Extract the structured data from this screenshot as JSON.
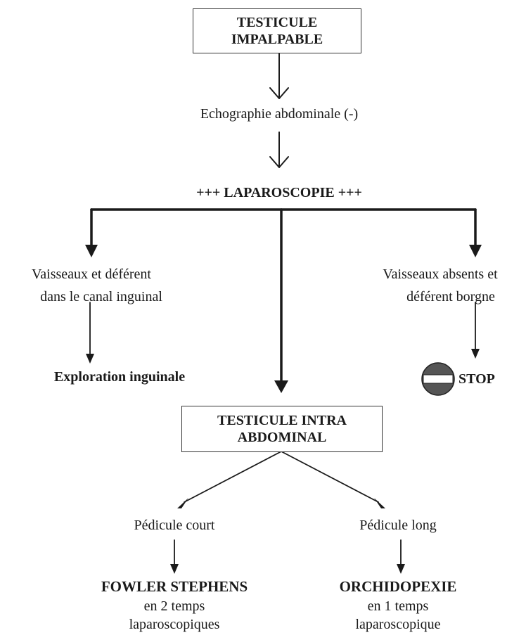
{
  "root": {
    "line1": "TESTICULE",
    "line2": "IMPALPABLE"
  },
  "step_echo": "Echographie abdominale (-)",
  "step_lap": "+++ LAPAROSCOPIE +++",
  "left_branch": {
    "line1": "Vaisseaux et déférent",
    "line2": "dans le canal inguinal",
    "result": "Exploration inguinale"
  },
  "right_branch": {
    "line1": "Vaisseaux absents  et",
    "line2": "déférent borgne",
    "result": "STOP"
  },
  "center_box": {
    "line1": "TESTICULE INTRA",
    "line2": "ABDOMINAL"
  },
  "short_pedicle": {
    "label": "Pédicule court",
    "title": "FOWLER STEPHENS",
    "line2": "en 2 temps",
    "line3": "laparoscopiques"
  },
  "long_pedicle": {
    "label": "Pédicule long",
    "title": "ORCHIDOPEXIE",
    "line2": "en 1 temps",
    "line3": "laparoscopique"
  },
  "icons": {
    "stop": "no-entry-icon"
  },
  "colors": {
    "ink": "#1a1a1a",
    "stop_fill": "#c0392b"
  }
}
